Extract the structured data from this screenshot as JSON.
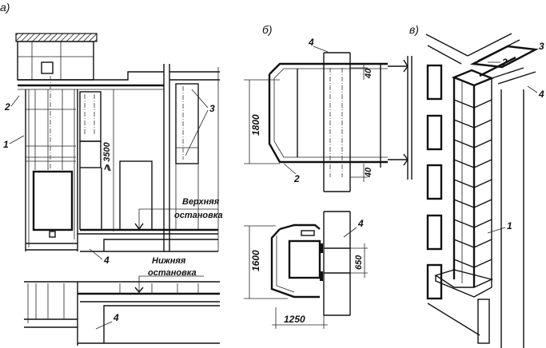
{
  "panels": {
    "a": {
      "label": "а)",
      "callouts": {
        "c1": "1",
        "c2": "2",
        "c3": "3",
        "c4a": "4",
        "c4b": "4"
      },
      "height_dim": "⩾ 3500",
      "upper_stop": [
        "Верхняя",
        "остановка"
      ],
      "lower_stop": [
        "Нижняя",
        "остановка"
      ]
    },
    "b": {
      "label": "б)",
      "callouts": {
        "c4a": "4",
        "c2": "2",
        "c4b": "4"
      },
      "dims": {
        "d1800": "1800",
        "d40a": "40",
        "d40b": "40",
        "d1600": "1600",
        "d650": "650",
        "d1250": "1250"
      }
    },
    "c": {
      "label": "в)",
      "callouts": {
        "c1": "1",
        "c2": "2",
        "c3": "3",
        "c4": "4"
      }
    }
  }
}
